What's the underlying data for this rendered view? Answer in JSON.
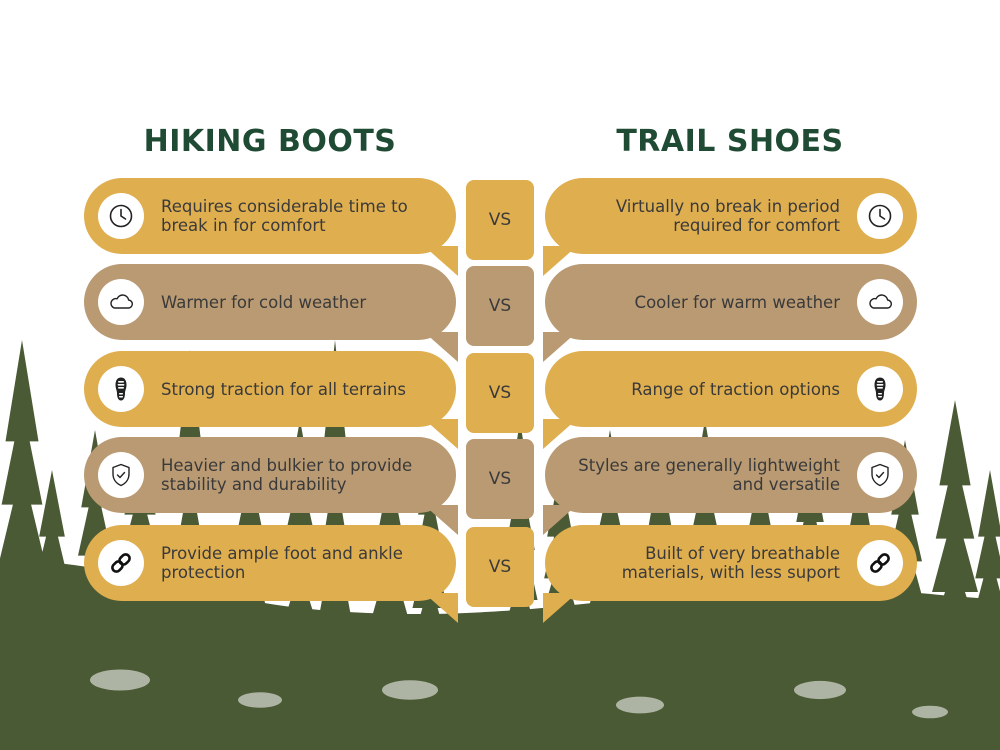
{
  "headings": {
    "left": "HIKING BOOTS",
    "right": "TRAIL SHOES"
  },
  "vs_label": "VS",
  "colors": {
    "gold": "#dfae4f",
    "tan": "#b99a72",
    "heading": "#1f4a34",
    "forest": "#4a5a34"
  },
  "rows": [
    {
      "color": "gold",
      "icon": "clock-icon",
      "left": "Requires considerable time to break in for comfort",
      "right": "Virtually no break in period required for comfort"
    },
    {
      "color": "tan",
      "icon": "cloud-icon",
      "left": "Warmer for cold weather",
      "right": "Cooler for warm weather"
    },
    {
      "color": "gold",
      "icon": "boot-sole-icon",
      "left": "Strong traction for all terrains",
      "right": "Range of traction options"
    },
    {
      "color": "tan",
      "icon": "shield-check-icon",
      "left": "Heavier and bulkier to provide stability and durability",
      "right": "Styles are generally lightweight and versatile"
    },
    {
      "color": "gold",
      "icon": "link-icon",
      "left": "Provide ample foot and ankle protection",
      "right": "Built of very breathable materials, with less suport"
    }
  ]
}
